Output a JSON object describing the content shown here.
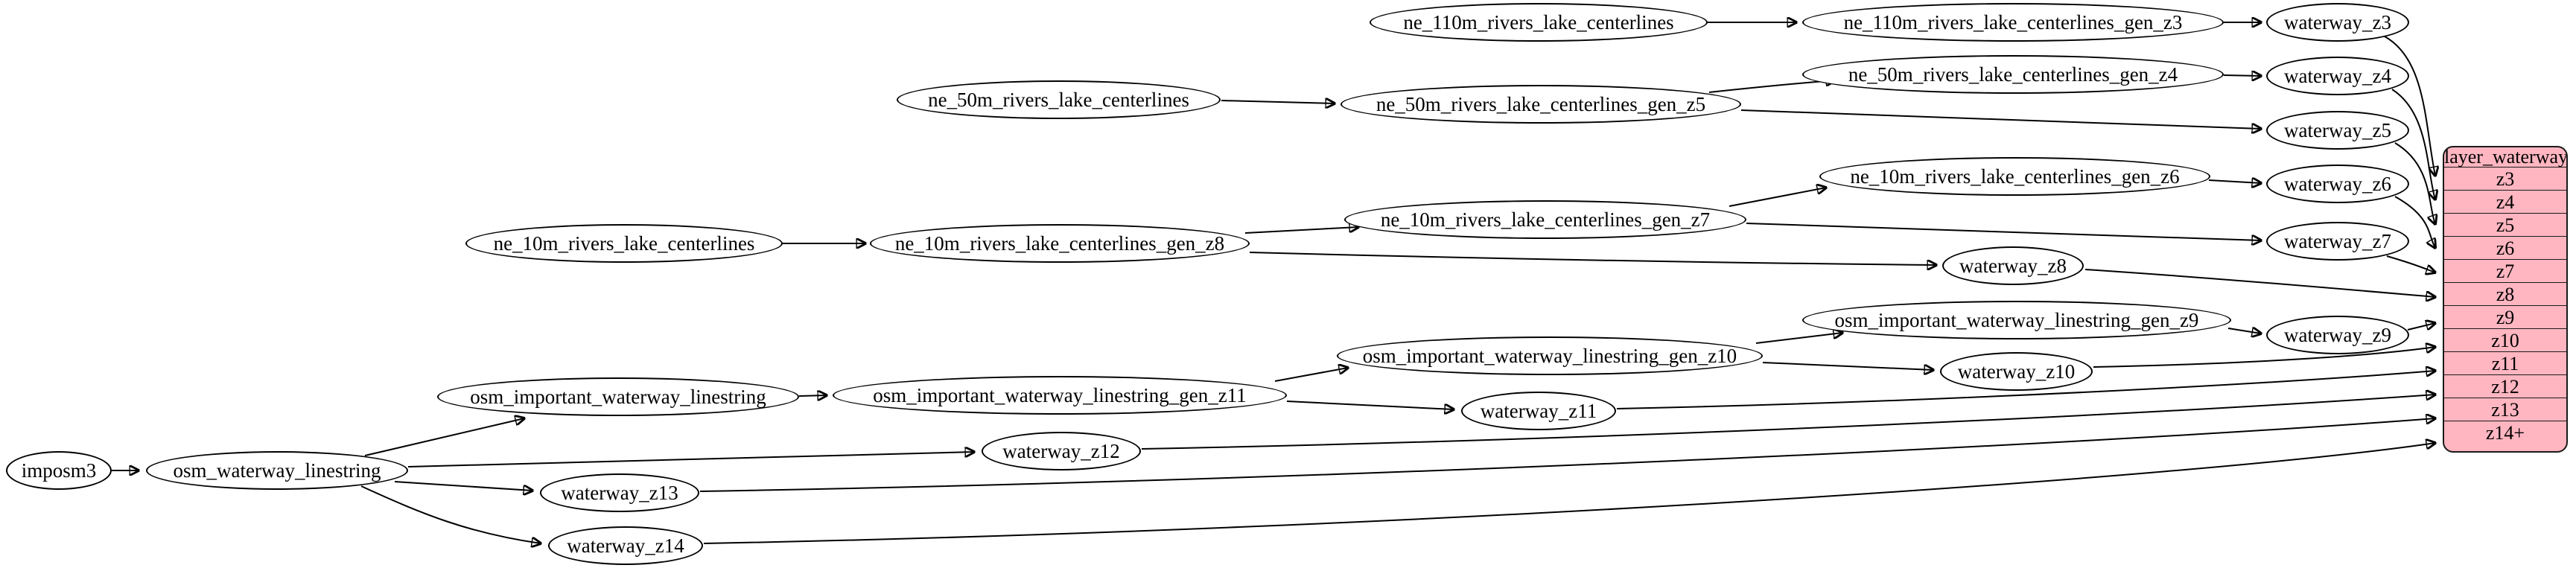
{
  "record": {
    "title": "layer_waterway",
    "rows": [
      "z3",
      "z4",
      "z5",
      "z6",
      "z7",
      "z8",
      "z9",
      "z10",
      "z11",
      "z12",
      "z13",
      "z14+"
    ]
  },
  "nodes": {
    "imposm3": "imposm3",
    "osm_waterway_linestring": "osm_waterway_linestring",
    "osm_important_waterway_linestring": "osm_important_waterway_linestring",
    "osm_important_waterway_linestring_gen_z11": "osm_important_waterway_linestring_gen_z11",
    "osm_important_waterway_linestring_gen_z10": "osm_important_waterway_linestring_gen_z10",
    "osm_important_waterway_linestring_gen_z9": "osm_important_waterway_linestring_gen_z9",
    "ne_110m_rivers_lake_centerlines": "ne_110m_rivers_lake_centerlines",
    "ne_110m_rivers_lake_centerlines_gen_z3": "ne_110m_rivers_lake_centerlines_gen_z3",
    "ne_50m_rivers_lake_centerlines": "ne_50m_rivers_lake_centerlines",
    "ne_50m_rivers_lake_centerlines_gen_z5": "ne_50m_rivers_lake_centerlines_gen_z5",
    "ne_50m_rivers_lake_centerlines_gen_z4": "ne_50m_rivers_lake_centerlines_gen_z4",
    "ne_10m_rivers_lake_centerlines": "ne_10m_rivers_lake_centerlines",
    "ne_10m_rivers_lake_centerlines_gen_z8": "ne_10m_rivers_lake_centerlines_gen_z8",
    "ne_10m_rivers_lake_centerlines_gen_z7": "ne_10m_rivers_lake_centerlines_gen_z7",
    "ne_10m_rivers_lake_centerlines_gen_z6": "ne_10m_rivers_lake_centerlines_gen_z6",
    "waterway_z3": "waterway_z3",
    "waterway_z4": "waterway_z4",
    "waterway_z5": "waterway_z5",
    "waterway_z6": "waterway_z6",
    "waterway_z7": "waterway_z7",
    "waterway_z8": "waterway_z8",
    "waterway_z9": "waterway_z9",
    "waterway_z10": "waterway_z10",
    "waterway_z11": "waterway_z11",
    "waterway_z12": "waterway_z12",
    "waterway_z13": "waterway_z13",
    "waterway_z14": "waterway_z14"
  },
  "edges": [
    {
      "from": "imposm3",
      "to": "osm_waterway_linestring"
    },
    {
      "from": "osm_waterway_linestring",
      "to": "osm_important_waterway_linestring"
    },
    {
      "from": "osm_waterway_linestring",
      "to": "waterway_z12"
    },
    {
      "from": "osm_waterway_linestring",
      "to": "waterway_z13"
    },
    {
      "from": "osm_waterway_linestring",
      "to": "waterway_z14"
    },
    {
      "from": "osm_important_waterway_linestring",
      "to": "osm_important_waterway_linestring_gen_z11"
    },
    {
      "from": "osm_important_waterway_linestring_gen_z11",
      "to": "osm_important_waterway_linestring_gen_z10"
    },
    {
      "from": "osm_important_waterway_linestring_gen_z11",
      "to": "waterway_z11"
    },
    {
      "from": "osm_important_waterway_linestring_gen_z10",
      "to": "osm_important_waterway_linestring_gen_z9"
    },
    {
      "from": "osm_important_waterway_linestring_gen_z10",
      "to": "waterway_z10"
    },
    {
      "from": "osm_important_waterway_linestring_gen_z9",
      "to": "waterway_z9"
    },
    {
      "from": "ne_110m_rivers_lake_centerlines",
      "to": "ne_110m_rivers_lake_centerlines_gen_z3"
    },
    {
      "from": "ne_110m_rivers_lake_centerlines_gen_z3",
      "to": "waterway_z3"
    },
    {
      "from": "ne_50m_rivers_lake_centerlines",
      "to": "ne_50m_rivers_lake_centerlines_gen_z5"
    },
    {
      "from": "ne_50m_rivers_lake_centerlines_gen_z5",
      "to": "ne_50m_rivers_lake_centerlines_gen_z4"
    },
    {
      "from": "ne_50m_rivers_lake_centerlines_gen_z5",
      "to": "waterway_z5"
    },
    {
      "from": "ne_50m_rivers_lake_centerlines_gen_z4",
      "to": "waterway_z4"
    },
    {
      "from": "ne_10m_rivers_lake_centerlines",
      "to": "ne_10m_rivers_lake_centerlines_gen_z8"
    },
    {
      "from": "ne_10m_rivers_lake_centerlines_gen_z8",
      "to": "ne_10m_rivers_lake_centerlines_gen_z7"
    },
    {
      "from": "ne_10m_rivers_lake_centerlines_gen_z8",
      "to": "waterway_z8"
    },
    {
      "from": "ne_10m_rivers_lake_centerlines_gen_z7",
      "to": "ne_10m_rivers_lake_centerlines_gen_z6"
    },
    {
      "from": "ne_10m_rivers_lake_centerlines_gen_z7",
      "to": "waterway_z7"
    },
    {
      "from": "ne_10m_rivers_lake_centerlines_gen_z6",
      "to": "waterway_z6"
    },
    {
      "from": "waterway_z3",
      "to": "layer_waterway.z3"
    },
    {
      "from": "waterway_z4",
      "to": "layer_waterway.z4"
    },
    {
      "from": "waterway_z5",
      "to": "layer_waterway.z5"
    },
    {
      "from": "waterway_z6",
      "to": "layer_waterway.z6"
    },
    {
      "from": "waterway_z7",
      "to": "layer_waterway.z7"
    },
    {
      "from": "waterway_z8",
      "to": "layer_waterway.z8"
    },
    {
      "from": "waterway_z9",
      "to": "layer_waterway.z9"
    },
    {
      "from": "waterway_z10",
      "to": "layer_waterway.z10"
    },
    {
      "from": "waterway_z11",
      "to": "layer_waterway.z11"
    },
    {
      "from": "waterway_z12",
      "to": "layer_waterway.z12"
    },
    {
      "from": "waterway_z13",
      "to": "layer_waterway.z13"
    },
    {
      "from": "waterway_z14",
      "to": "layer_waterway.z14+"
    }
  ],
  "colors": {
    "record_fill": "#ffb6c1",
    "node_fill": "#ffffff",
    "edge": "#000000"
  }
}
